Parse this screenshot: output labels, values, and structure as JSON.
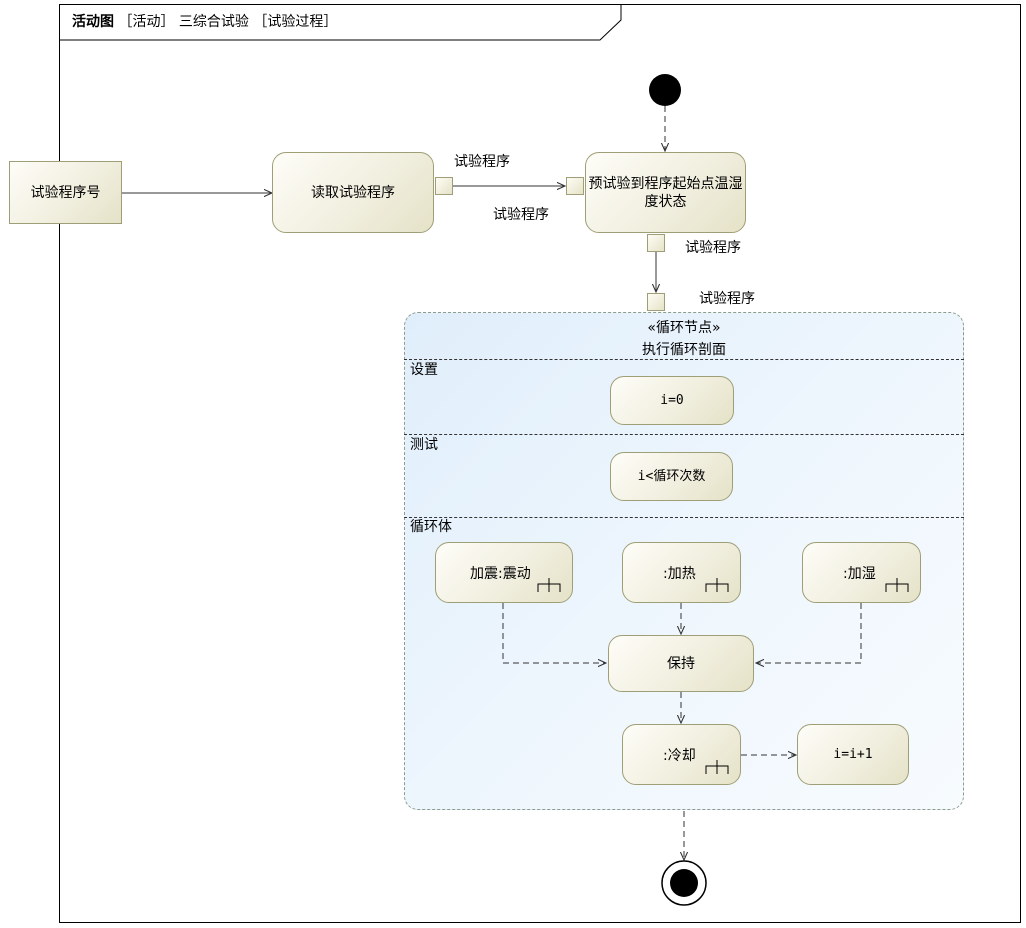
{
  "frame": {
    "type": "活动图",
    "bracket1": "［活动］",
    "name": "三综合试验",
    "bracket2": "［试验过程］"
  },
  "nodes": {
    "program_number": "试验程序号",
    "read_program": "读取试验程序",
    "pretest": "预试验到程序起始点温湿度状态",
    "init": "i=0",
    "test": "i<循环次数",
    "vibration": "加震:震动",
    "heating": ":加热",
    "humidify": ":加湿",
    "hold": "保持",
    "cool": ":冷却",
    "increment": "i=i+1"
  },
  "pin_labels": {
    "read_out": "试验程序",
    "pretest_in": "试验程序",
    "pretest_out": "试验程序",
    "loop_in": "试验程序"
  },
  "loop_node": {
    "stereotype": "«循环节点»",
    "name": "执行循环剖面",
    "setup": "设置",
    "test": "测试",
    "body": "循环体"
  }
}
